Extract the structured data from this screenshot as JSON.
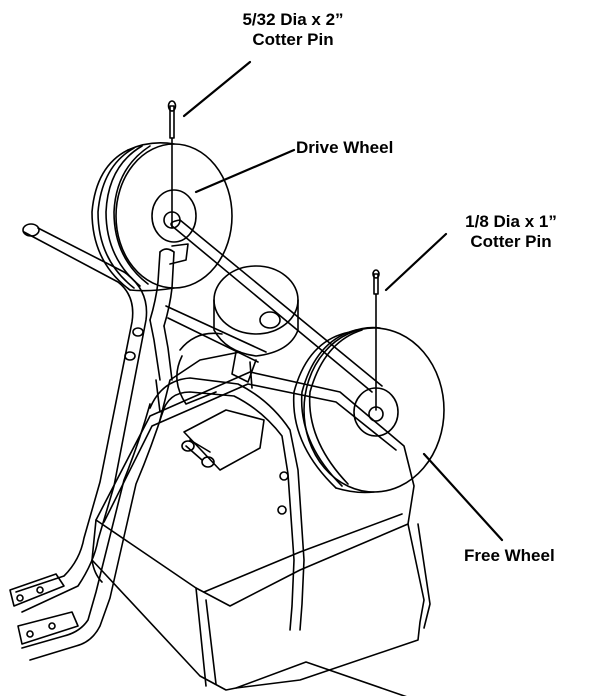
{
  "labels": {
    "cotter_pin_large": [
      "5/32 Dia x 2”",
      "Cotter Pin"
    ],
    "drive_wheel": "Drive Wheel",
    "cotter_pin_small": [
      "1/8 Dia x 1”",
      "Cotter Pin"
    ],
    "free_wheel": "Free Wheel"
  },
  "colors": {
    "line": "#000000",
    "background": "#ffffff"
  }
}
